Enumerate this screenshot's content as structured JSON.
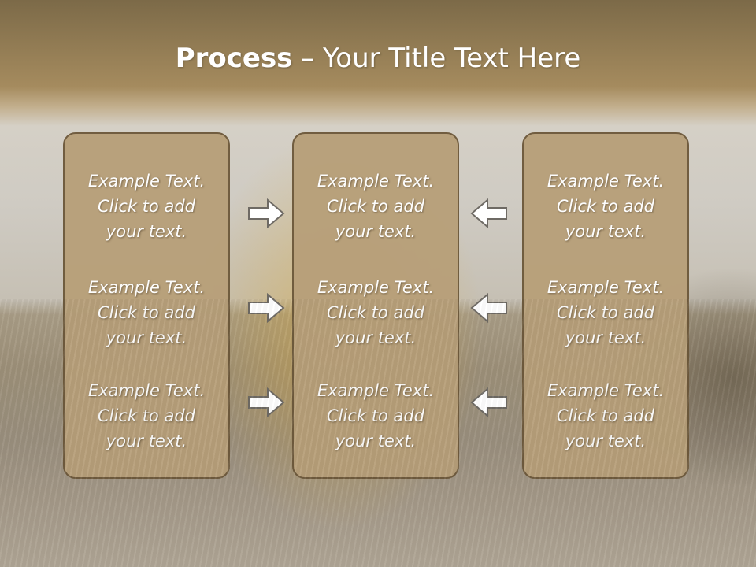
{
  "slide": {
    "title_bold": "Process",
    "title_rest": " – Your Title Text Here"
  },
  "panels": [
    {
      "blocks": [
        {
          "line1": "Example Text.",
          "line2": "Click  to add",
          "line3": "your text."
        },
        {
          "line1": "Example Text.",
          "line2": "Click  to add",
          "line3": "your text."
        },
        {
          "line1": "Example Text.",
          "line2": "Click  to add",
          "line3": "your text."
        }
      ]
    },
    {
      "blocks": [
        {
          "line1": "Example Text.",
          "line2": "Click  to add",
          "line3": "your text."
        },
        {
          "line1": "Example Text.",
          "line2": "Click  to add",
          "line3": "your text."
        },
        {
          "line1": "Example Text.",
          "line2": "Click  to add",
          "line3": "your text."
        }
      ]
    },
    {
      "blocks": [
        {
          "line1": "Example Text.",
          "line2": "Click  to add",
          "line3": "your text."
        },
        {
          "line1": "Example Text.",
          "line2": "Click  to add",
          "line3": "your text."
        },
        {
          "line1": "Example Text.",
          "line2": "Click  to add",
          "line3": "your text."
        }
      ]
    }
  ],
  "icons": {
    "right_arrows": "right-arrow-icon",
    "left_arrows": "left-arrow-icon"
  },
  "colors": {
    "panel_fill": "#b8a07a",
    "panel_border": "#6e5a3c",
    "arrow_fill": "#ffffff",
    "arrow_stroke": "#6e6a64",
    "title_text": "#ffffff"
  }
}
